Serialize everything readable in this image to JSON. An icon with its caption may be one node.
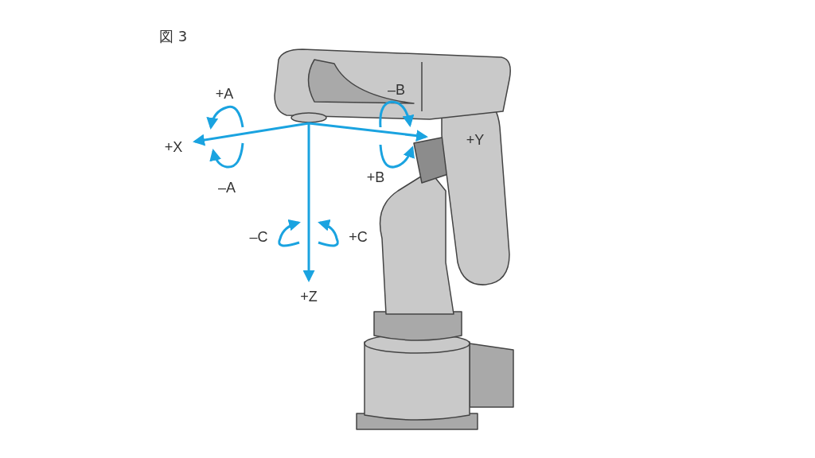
{
  "diagram": {
    "title": "図 3",
    "labels": [
      "+A",
      "–B",
      "+X",
      "+Y",
      "+B",
      "–A",
      "–C",
      "+C",
      "+Z"
    ]
  }
}
